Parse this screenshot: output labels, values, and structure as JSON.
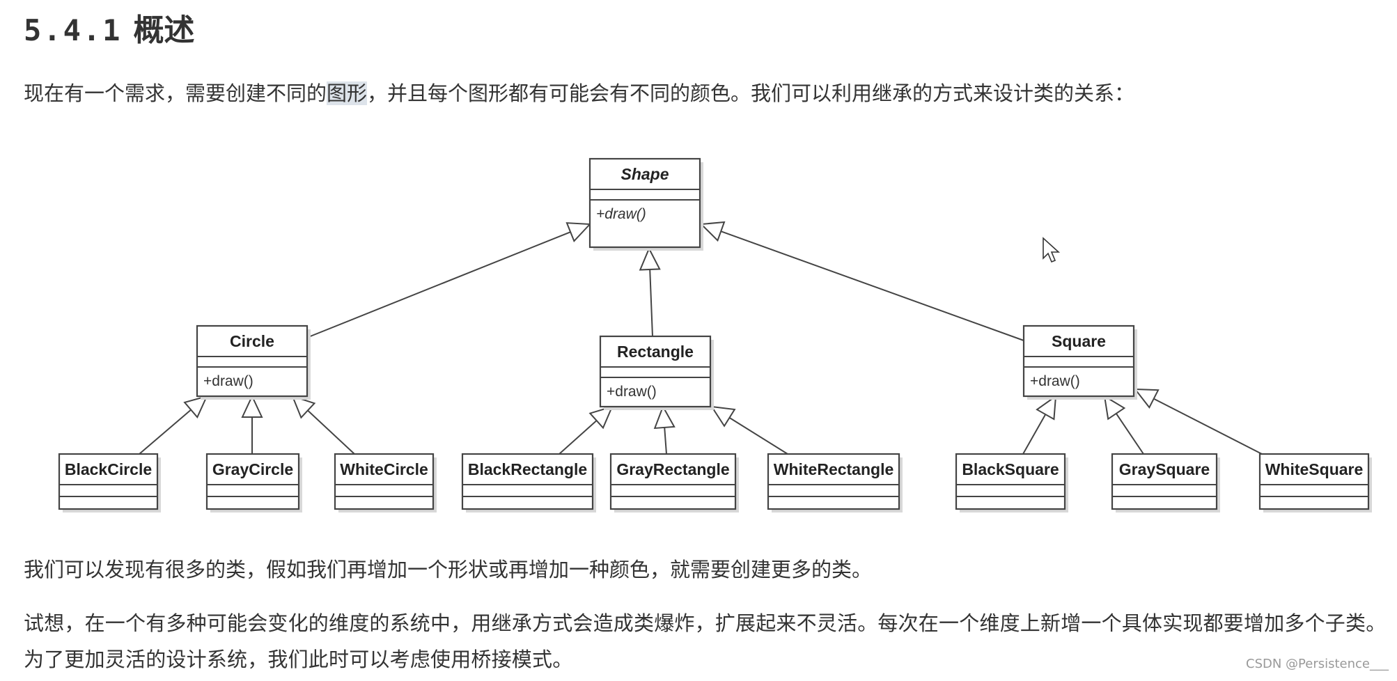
{
  "section": {
    "number": "5.4.1",
    "title": "概述"
  },
  "paragraphs": {
    "intro_before": "现在有一个需求，需要创建不同的",
    "intro_highlight": "图形",
    "intro_after": "，并且每个图形都有可能会有不同的颜色。我们可以利用继承的方式来设计类的关系：",
    "observation": "我们可以发现有很多的类，假如我们再增加一个形状或再增加一种颜色，就需要创建更多的类。",
    "conclusion": "试想，在一个有多种可能会变化的维度的系统中，用继承方式会造成类爆炸，扩展起来不灵活。每次在一个维度上新增一个具体实现都要增加多个子类。为了更加灵活的设计系统，我们此时可以考虑使用桥接模式。"
  },
  "watermark": "CSDN @Persistence___",
  "diagram": {
    "classes": [
      {
        "id": "shape",
        "name": "Shape",
        "abstract": true,
        "methods": [
          "+draw()"
        ]
      },
      {
        "id": "circle",
        "name": "Circle",
        "abstract": false,
        "methods": [
          "+draw()"
        ],
        "parent": "shape"
      },
      {
        "id": "rectangle",
        "name": "Rectangle",
        "abstract": false,
        "methods": [
          "+draw()"
        ],
        "parent": "shape"
      },
      {
        "id": "square",
        "name": "Square",
        "abstract": false,
        "methods": [
          "+draw()"
        ],
        "parent": "shape"
      },
      {
        "id": "black-circle",
        "name": "BlackCircle",
        "abstract": false,
        "methods": [],
        "parent": "circle"
      },
      {
        "id": "gray-circle",
        "name": "GrayCircle",
        "abstract": false,
        "methods": [],
        "parent": "circle"
      },
      {
        "id": "white-circle",
        "name": "WhiteCircle",
        "abstract": false,
        "methods": [],
        "parent": "circle"
      },
      {
        "id": "black-rectangle",
        "name": "BlackRectangle",
        "abstract": false,
        "methods": [],
        "parent": "rectangle"
      },
      {
        "id": "gray-rectangle",
        "name": "GrayRectangle",
        "abstract": false,
        "methods": [],
        "parent": "rectangle"
      },
      {
        "id": "white-rectangle",
        "name": "WhiteRectangle",
        "abstract": false,
        "methods": [],
        "parent": "rectangle"
      },
      {
        "id": "black-square",
        "name": "BlackSquare",
        "abstract": false,
        "methods": [],
        "parent": "square"
      },
      {
        "id": "gray-square",
        "name": "GraySquare",
        "abstract": false,
        "methods": [],
        "parent": "square"
      },
      {
        "id": "white-square",
        "name": "WhiteSquare",
        "abstract": false,
        "methods": [],
        "parent": "square"
      }
    ],
    "relationship": "generalization"
  }
}
